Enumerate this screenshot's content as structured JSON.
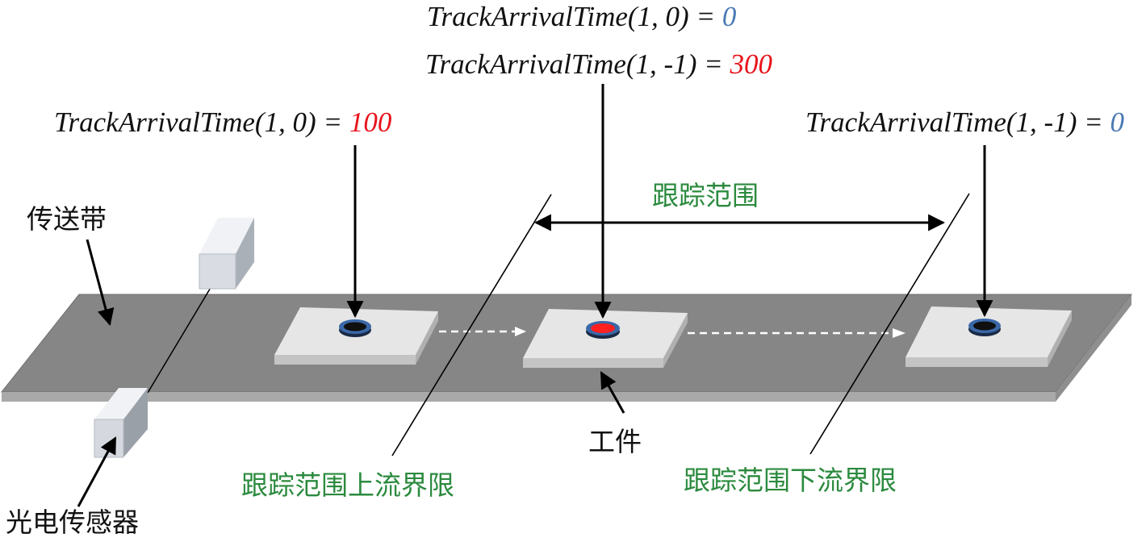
{
  "colors": {
    "belt_top": "#868686",
    "belt_front": "#a9a9a9",
    "plate_top": "#e6e6e6",
    "plate_side": "#bdbdbd",
    "sensor_light": "#e4e6ea",
    "sensor_dark": "#9aa0a8",
    "marker_red": "#ff2020",
    "marker_blue": "#3a68a8",
    "marker_black": "#101010",
    "green_text": "#2b8a3e",
    "red_value": "#e8141c",
    "blue_value": "#4a7ab5"
  },
  "labels": {
    "conveyor": "传送带",
    "sensor": "光电传感器",
    "workpiece": "工件",
    "tracking_range": "跟踪范围",
    "upstream_limit": "跟踪范围上流界限",
    "downstream_limit": "跟踪范围下流界限"
  },
  "formulas": {
    "left": {
      "expr": "TrackArrivalTime(1, 0) = ",
      "value": "100",
      "value_color": "red"
    },
    "center_top": {
      "expr": "TrackArrivalTime(1, 0) = ",
      "value": "0",
      "value_color": "blue"
    },
    "center_bottom": {
      "expr": "TrackArrivalTime(1, -1) = ",
      "value": "300",
      "value_color": "red"
    },
    "right": {
      "expr": "TrackArrivalTime(1, -1) = ",
      "value": "0",
      "value_color": "blue"
    }
  },
  "workpieces": [
    {
      "name": "workpiece-left",
      "marker": "black-with-blue-ring"
    },
    {
      "name": "workpiece-center",
      "marker": "red-with-blue-ring"
    },
    {
      "name": "workpiece-right",
      "marker": "black-with-blue-ring"
    }
  ]
}
